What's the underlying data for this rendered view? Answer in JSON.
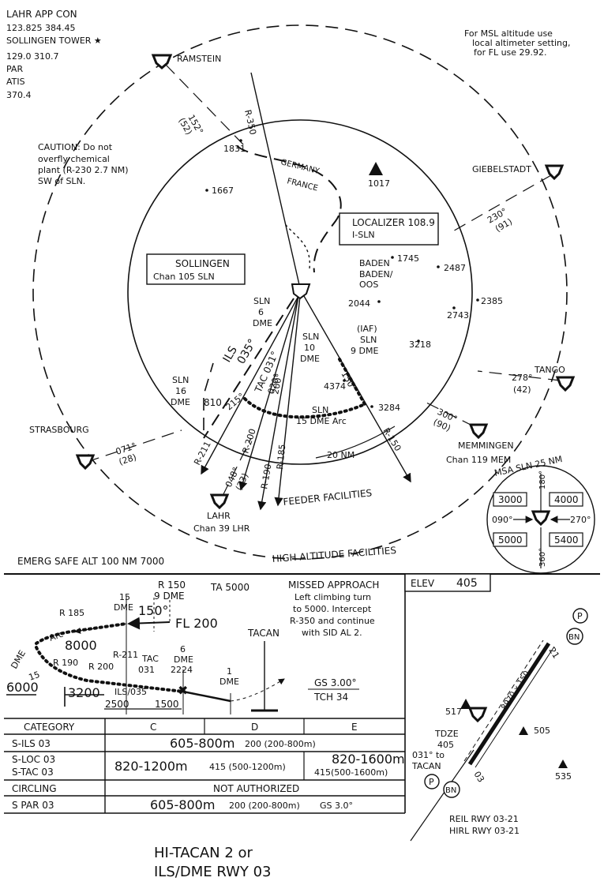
{
  "comms": {
    "line1": "LAHR APP CON",
    "line2": "123.825   384.45",
    "line3": "SOLLINGEN TOWER ★",
    "line4": "129.0   310.7",
    "line5": "PAR",
    "line6": "ATIS",
    "line7": "370.4"
  },
  "msl_note": {
    "line1": "For MSL altitude use",
    "line2": "local altimeter setting,",
    "line3": "for FL use 29.92."
  },
  "caution": {
    "line1": "CAUTION: Do not",
    "line2": "overfly chemical",
    "line3": "plant (R-230 2.7 NM)",
    "line4": "SW of SLN."
  },
  "places": {
    "ramstein": "RAMSTEIN",
    "giebelstadt": "GIEBELSTADT",
    "tango": "TANGO",
    "strasbourg": "STRASBOURG",
    "memmingen": "MEMMINGEN",
    "memmingen_chan": "Chan 119 MEM",
    "lahr": "LAHR",
    "lahr_chan": "Chan 39 LHR",
    "germany": "GERMANY",
    "france": "FRANCE",
    "baden1": "BADEN",
    "baden2": "BADEN/",
    "baden3": "OOS"
  },
  "bearings": {
    "ramstein_top": "152°",
    "ramstein_bot": "(52)",
    "giebel_top": "230°",
    "giebel_bot": "(91)",
    "tango_top": "278°",
    "tango_bot": "(42)",
    "stras_top": "071°",
    "stras_bot": "(28)",
    "mem_top": "300°",
    "mem_bot": "(90)",
    "lahr_top": "048°",
    "lahr_bot": "(23)"
  },
  "elevations": {
    "e1831": "1831",
    "e1667": "1667",
    "e1017": "1017",
    "e1745": "1745",
    "e2487": "2487",
    "e2044": "2044",
    "e2385": "2385",
    "e2743": "2743",
    "e3218": "3218",
    "e4374": "4374",
    "e3284": "3284"
  },
  "localizer": {
    "title": "LOCALIZER 108.9",
    "ident": "I-SLN"
  },
  "sollingen": {
    "title": "SOLLINGEN",
    "chan": "Chan 105 SLN"
  },
  "fixes": {
    "sln6_1": "SLN",
    "sln6_2": "6",
    "sln6_3": "DME",
    "sln10_1": "SLN",
    "sln10_2": "10",
    "sln10_3": "DME",
    "iaf1": "(IAF)",
    "iaf2": "SLN",
    "iaf3": "9 DME",
    "sln16_1": "SLN",
    "sln16_2": "16",
    "sln16_3": "DME",
    "arc1": "SLN",
    "arc2": "15 DME Arc",
    "alt810": "810"
  },
  "radials": {
    "r350": "R-350",
    "r150": "R-150",
    "r211": "R-211",
    "r200": "R-200",
    "r190": "R-190",
    "r185": "R-185",
    "ils035": "ILS",
    "ils035b": "035°",
    "tac031": "TAC 031°",
    "c215": "215°",
    "c020": "020°",
    "c200": "200°",
    "c150": "150°",
    "nm20": "20 NM"
  },
  "labels": {
    "feeder": "FEEDER FACILITIES",
    "high_alt": "HIGH ALTITUDE FACILITIES",
    "emerg": "EMERG SAFE ALT 100 NM 7000"
  },
  "msa": {
    "title": "MSA  SLN  25 NM",
    "q1": "3000",
    "q2": "4000",
    "q3": "5000",
    "q4": "5400",
    "b180": "180°",
    "b090": "090°",
    "b270": "270°",
    "b360": "360°"
  },
  "profile": {
    "r150": "R 150",
    "dme9": "9 DME",
    "ta": "TA 5000",
    "d15": "15",
    "d15b": "DME",
    "h150": "150°",
    "fl200": "FL 200",
    "r185": "R 185",
    "arc": "Arc",
    "a8000": "8000",
    "r211": "R-211",
    "tac": "TAC",
    "tac031": "031",
    "d6": "6",
    "d6b": "DME",
    "a2224": "2224",
    "r190": "R 190",
    "r200": "R 200",
    "dmeside": "DME",
    "s15": "15",
    "a6000": "6000",
    "a3200": "3200",
    "ils035": "ILS/035",
    "a2500": "2500",
    "a1500": "1500",
    "d1": "1",
    "d1b": "DME",
    "tacan": "TACAN",
    "gs": "GS 3.00°",
    "tch": "TCH 34"
  },
  "missed": {
    "line1": "MISSED APPROACH",
    "line2": "Left climbing turn",
    "line3": "to 5000. Intercept",
    "line4": "R-350 and continue",
    "line5": "with SID AL 2."
  },
  "minima": {
    "header": [
      "CATEGORY",
      "C",
      "D",
      "E"
    ],
    "sils": "S-ILS 03",
    "sils_c": "605-800m",
    "sils_d": "200 (200-800m)",
    "sloc": "S-LOC 03",
    "stac": "S-TAC 03",
    "loc_c": "820-1200m",
    "loc_d": "415 (500-1200m)",
    "loc_e1": "820-1600m",
    "loc_e2": "415(500-1600m)",
    "circ": "CIRCLING",
    "circ_val": "NOT AUTHORIZED",
    "spar": "S PAR 03",
    "spar_c": "605-800m",
    "spar_d": "200 (200-800m)",
    "spar_gs": "GS 3.0°"
  },
  "airport": {
    "elev_label": "ELEV",
    "elev_val": "405",
    "p_top": "P",
    "bn_top": "BN",
    "rwy21": "21",
    "rwy03": "03",
    "rwy_dim": "8970 x 150",
    "e517": "517",
    "e505": "505",
    "e535": "535",
    "tdze1": "TDZE",
    "tdze2": "405",
    "to1": "031° to",
    "to2": "TACAN",
    "p_bot": "P",
    "bn_bot": "BN",
    "reil": "REIL RWY 03-21",
    "hirl": "HIRL RWY 03-21"
  },
  "title": {
    "line1": "HI-TACAN 2 or",
    "line2": "ILS/DME RWY 03"
  }
}
